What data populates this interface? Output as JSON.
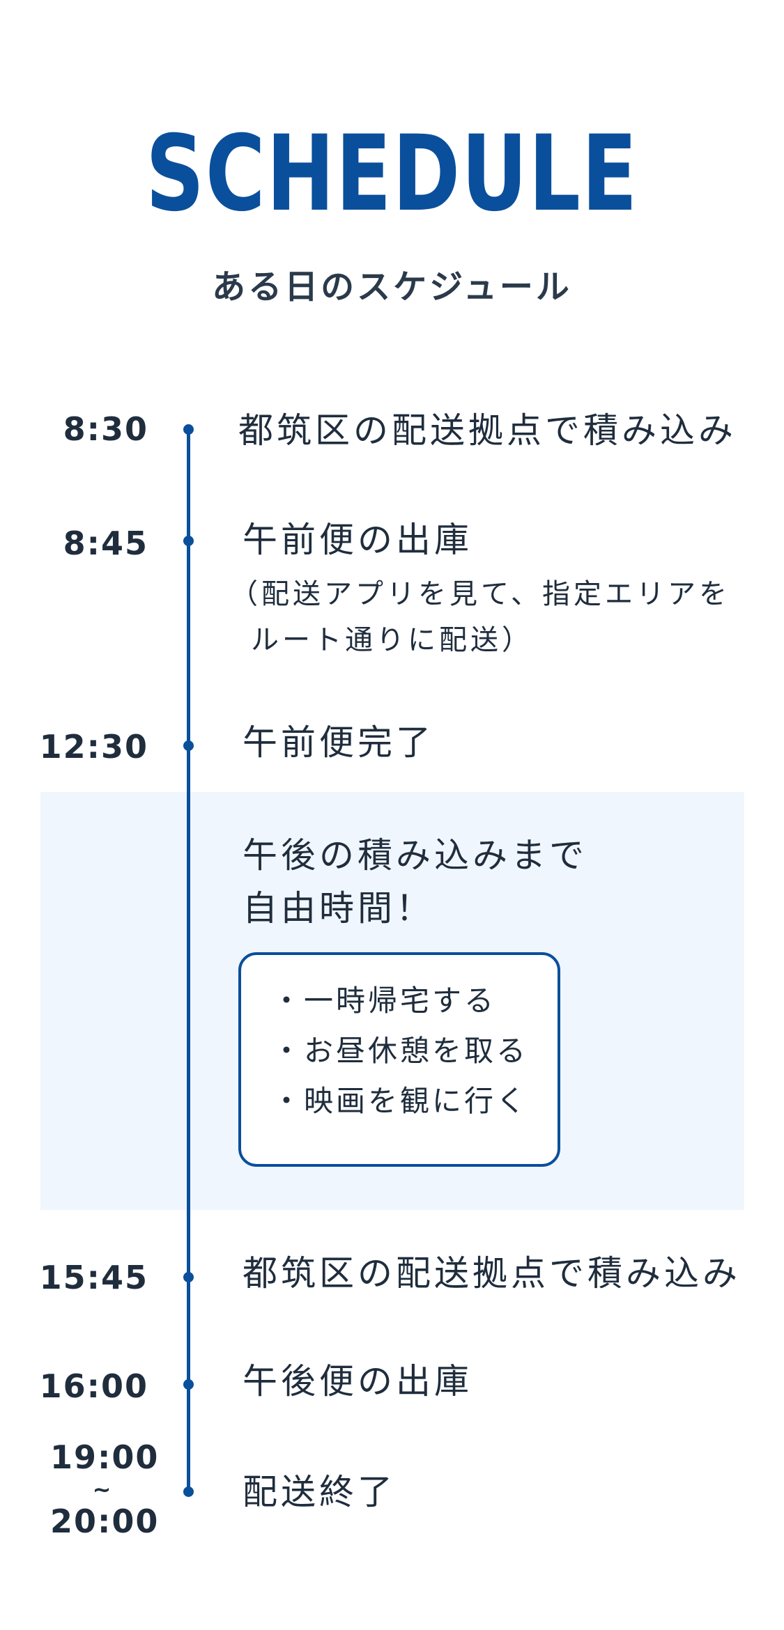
{
  "header": {
    "title": "SCHEDULE",
    "subtitle": "ある日のスケジュール"
  },
  "schedule": [
    {
      "time": "8:30",
      "event": "都筑区の配送拠点で積み込み"
    },
    {
      "time": "8:45",
      "event": "午前便の出庫",
      "note_line1": "（配送アプリを見て、指定エリアを",
      "note_line2": "ルート通りに配送）"
    },
    {
      "time": "12:30",
      "event": "午前便完了"
    },
    {
      "time": "15:45",
      "event": "都筑区の配送拠点で積み込み"
    },
    {
      "time": "16:00",
      "event": "午後便の出庫"
    },
    {
      "time_start": "19:00",
      "time_sep": "~",
      "time_end": "20:00",
      "event": "配送終了"
    }
  ],
  "free_time": {
    "title_line1": "午後の積み込みまで",
    "title_line2": "自由時間！",
    "items": [
      "・一時帰宅する",
      "・お昼休憩を取る",
      "・映画を観に行く"
    ]
  },
  "colors": {
    "accent": "#0a4f9c",
    "text": "#1f2d3d",
    "highlight_bg": "#f0f6fd"
  }
}
